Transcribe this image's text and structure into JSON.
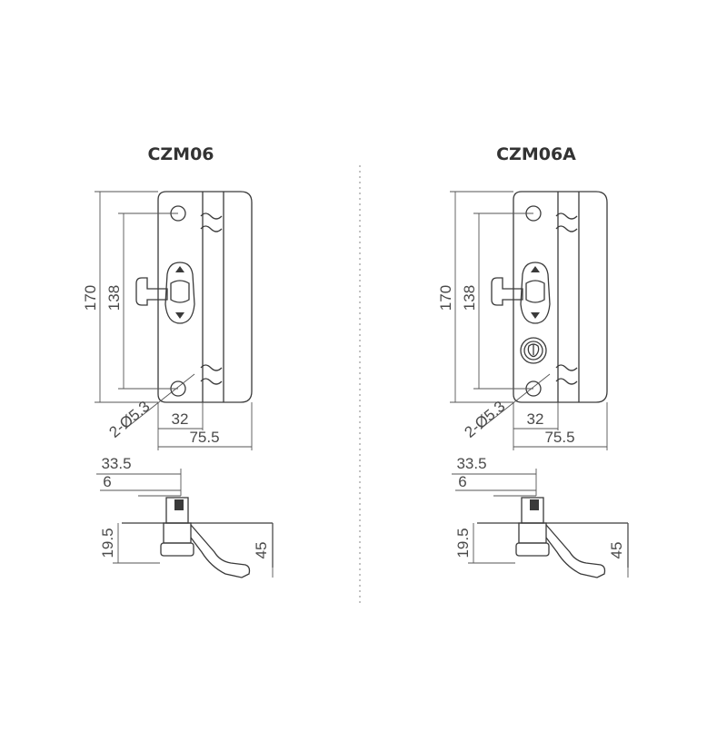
{
  "divider": "dotted-vertical",
  "drawings": [
    {
      "title": "CZM06",
      "dims": {
        "overall_height": "170",
        "hole_pitch": "138",
        "hole_spec": "2-Ø5.3",
        "offset_width": "32",
        "overall_width": "75.5",
        "side_depth": "33.5",
        "side_offset": "6",
        "base_height": "19.5",
        "handle_height": "45"
      }
    },
    {
      "title": "CZM06A",
      "dims": {
        "overall_height": "170",
        "hole_pitch": "138",
        "hole_spec": "2-Ø5.3",
        "offset_width": "32",
        "overall_width": "75.5",
        "side_depth": "33.5",
        "side_offset": "6",
        "base_height": "19.5",
        "handle_height": "45"
      }
    }
  ]
}
